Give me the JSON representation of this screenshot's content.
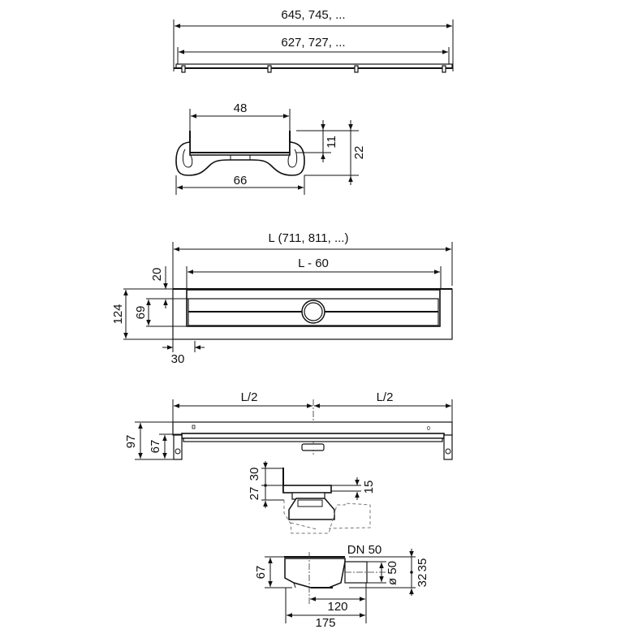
{
  "view_grate_length": {
    "outer_dim": "645, 745, ...",
    "inner_dim": "627, 727, ..."
  },
  "view_cross_section": {
    "inner_width": "48",
    "outer_width": "66",
    "depth_upper": "11",
    "depth_total": "22"
  },
  "view_top": {
    "length": "L (711, 811, ...)",
    "inner_length": "L - 60",
    "offset_top": "20",
    "total_width": "124",
    "grate_width": "69",
    "end_offset": "30"
  },
  "view_side": {
    "half_left": "L/2",
    "half_right": "L/2",
    "height_total": "97",
    "height_rail": "67"
  },
  "view_drain_detail": {
    "dim_30": "30",
    "dim_27": "27",
    "dim_15": "15"
  },
  "view_outlet": {
    "pipe_label": "DN 50",
    "height": "67",
    "diameter": "ø 50",
    "upper": "35",
    "lower": "32",
    "dim_120": "120",
    "dim_175": "175"
  }
}
